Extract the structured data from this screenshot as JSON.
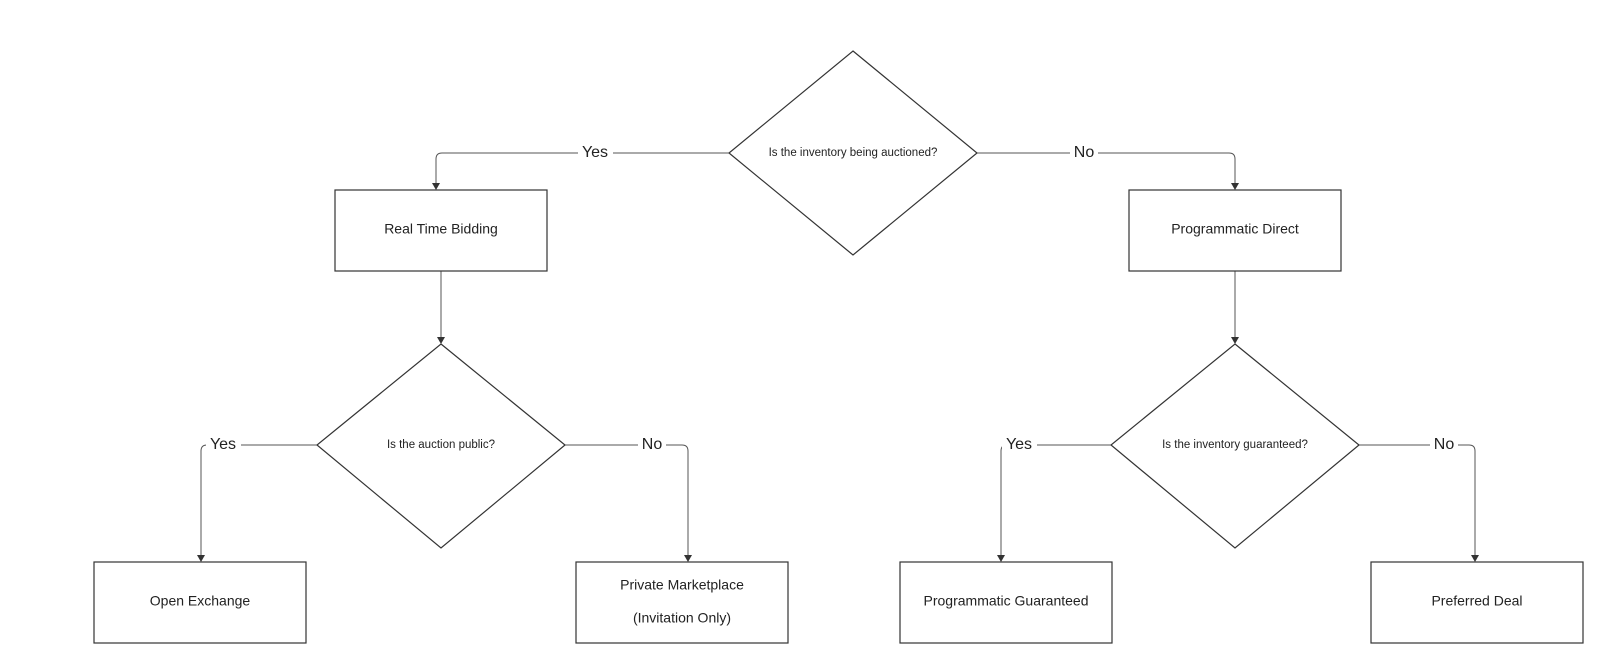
{
  "decisions": {
    "auctioned": "Is the inventory being auctioned?",
    "public": "Is the auction public?",
    "guaranteed": "Is the inventory guaranteed?"
  },
  "outcomes": {
    "rtb": "Real Time Bidding",
    "direct": "Programmatic Direct",
    "open_exchange": "Open Exchange",
    "pmp_line1": "Private Marketplace",
    "pmp_line2": "(Invitation Only)",
    "prog_guaranteed": "Programmatic Guaranteed",
    "preferred_deal": "Preferred Deal"
  },
  "edges": {
    "yes": "Yes",
    "no": "No"
  },
  "colors": {
    "stroke": "#333333",
    "connector": "#555555",
    "background": "#ffffff"
  }
}
